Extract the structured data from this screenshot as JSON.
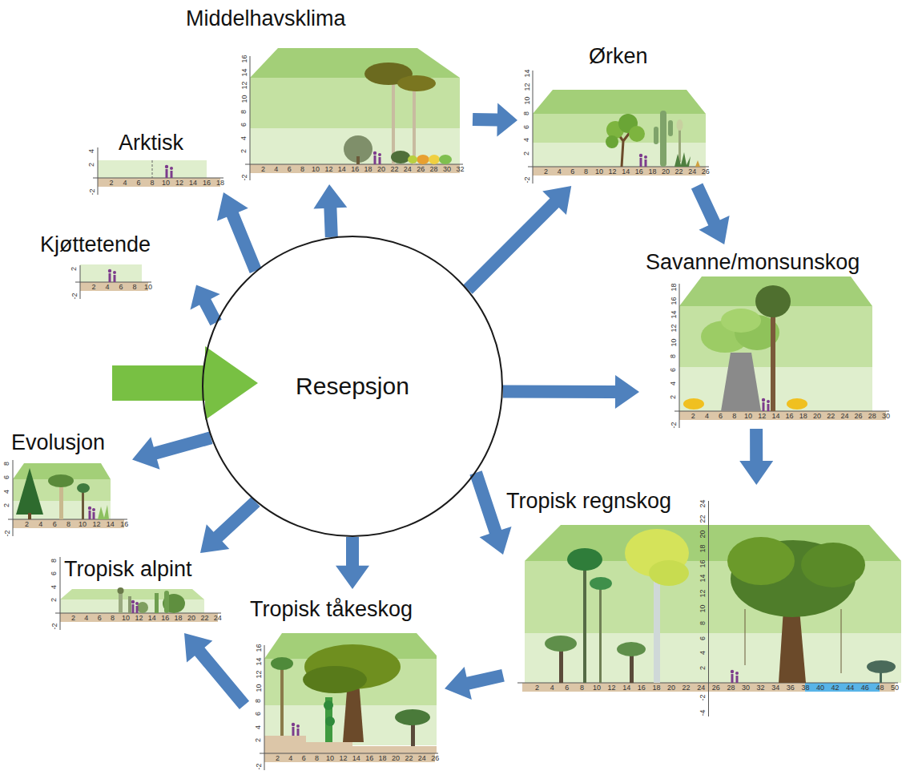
{
  "diagram": {
    "nodes": [
      {
        "text": [
          "Middelhavsklima"
        ]
      },
      {
        "text": [
          "Ørken"
        ]
      },
      {
        "text": [
          "Arktisk"
        ]
      },
      {
        "text": [
          "Kjøttetende"
        ]
      },
      {
        "text": [
          "Savanne/monsunskog"
        ]
      },
      {
        "text": [
          "Resepsjon"
        ]
      },
      {
        "text": [
          "Evolusjon"
        ]
      },
      {
        "text": [
          "Tropisk regnskog"
        ]
      },
      {
        "text": [
          "Tropisk alpint"
        ]
      },
      {
        "text": [
          "Tropisk tåkeskog"
        ]
      }
    ],
    "edges": [
      {
        "from": 5,
        "to": 0,
        "arrow": "to"
      },
      {
        "from": 5,
        "to": 2,
        "arrow": "to"
      },
      {
        "from": 5,
        "to": 3,
        "arrow": "to"
      },
      {
        "from": 5,
        "to": 6,
        "arrow": "to"
      },
      {
        "from": 5,
        "to": 8,
        "arrow": "to"
      },
      {
        "from": 5,
        "to": 9,
        "arrow": "to"
      },
      {
        "from": 5,
        "to": 7,
        "arrow": "to"
      },
      {
        "from": 5,
        "to": 4,
        "arrow": "to"
      },
      {
        "from": 5,
        "to": 1,
        "arrow": "to"
      },
      {
        "from": 0,
        "to": 1,
        "arrow": "to"
      },
      {
        "from": 1,
        "to": 4,
        "arrow": "to"
      },
      {
        "from": 4,
        "to": 7,
        "arrow": "to"
      },
      {
        "from": 7,
        "to": 9,
        "arrow": "to"
      },
      {
        "from": 9,
        "to": 8,
        "arrow": "to"
      }
    ],
    "labels": [
      "2",
      "4",
      "6",
      "8",
      "10",
      "12",
      "14",
      "16",
      "18",
      "20",
      "22",
      "24",
      "26",
      "28",
      "30",
      "32",
      "-2",
      "2",
      "4",
      "6",
      "8",
      "10",
      "12",
      "14",
      "16",
      "2",
      "4",
      "6",
      "8",
      "10",
      "12",
      "14",
      "16",
      "18",
      "20",
      "22",
      "24",
      "26",
      "-2",
      "2",
      "4",
      "6",
      "8",
      "10",
      "12",
      "14",
      "2",
      "4",
      "6",
      "8",
      "10",
      "12",
      "14",
      "16",
      "18",
      "-2",
      "2",
      "4",
      "2",
      "4",
      "6",
      "8",
      "10",
      "-2",
      "2",
      "2",
      "4",
      "6",
      "8",
      "10",
      "12",
      "14",
      "16",
      "18",
      "20",
      "22",
      "24",
      "26",
      "28",
      "30",
      "-2",
      "2",
      "4",
      "6",
      "8",
      "10",
      "12",
      "14",
      "16",
      "18",
      "2",
      "4",
      "6",
      "8",
      "10",
      "12",
      "14",
      "16",
      "-2",
      "2",
      "4",
      "6",
      "8",
      "2",
      "4",
      "6",
      "8",
      "10",
      "12",
      "14",
      "16",
      "18",
      "20",
      "22",
      "24",
      "26",
      "28",
      "30",
      "32",
      "34",
      "36",
      "38",
      "40",
      "42",
      "44",
      "46",
      "48",
      "50",
      "-4",
      "-2",
      "2",
      "4",
      "6",
      "8",
      "10",
      "12",
      "14",
      "16",
      "18",
      "20",
      "22",
      "24",
      "2",
      "4",
      "6",
      "8",
      "10",
      "12",
      "14",
      "16",
      "18",
      "20",
      "22",
      "24",
      "-2",
      "2",
      "4",
      "6",
      "8",
      "2",
      "4",
      "6",
      "8",
      "10",
      "12",
      "14",
      "16",
      "18",
      "20",
      "22",
      "24",
      "26",
      "-2",
      "2",
      "4",
      "6",
      "8",
      "10",
      "12",
      "14",
      "16"
    ]
  }
}
